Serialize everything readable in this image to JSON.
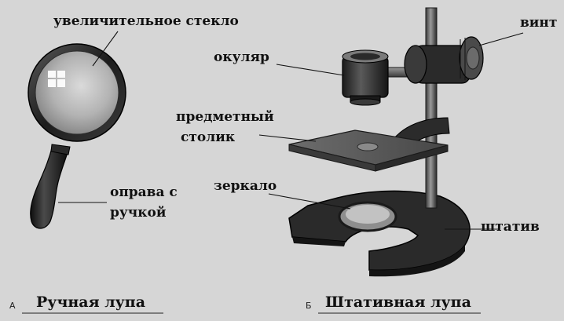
{
  "hand_lens": {
    "labels": {
      "glass": "увеличительное стекло",
      "frame_line1": "оправа с",
      "frame_line2": "ручкой"
    },
    "caption": {
      "marker": "А",
      "text": "Ручная лупа"
    }
  },
  "stand_lens": {
    "labels": {
      "screw": "винт",
      "eyepiece": "окуляр",
      "stage_line1": "предметный",
      "stage_line2": "столик",
      "mirror": "зеркало",
      "tripod": "штатив"
    },
    "caption": {
      "marker": "Б",
      "text": "Штативная лупа"
    }
  },
  "colors": {
    "background": "#d6d6d6",
    "metal_dark": "#1f1f1f",
    "metal_mid": "#3d3d3d",
    "metal_light": "#6a6a6a",
    "glass": "#b5b5b5",
    "text": "#111111"
  }
}
